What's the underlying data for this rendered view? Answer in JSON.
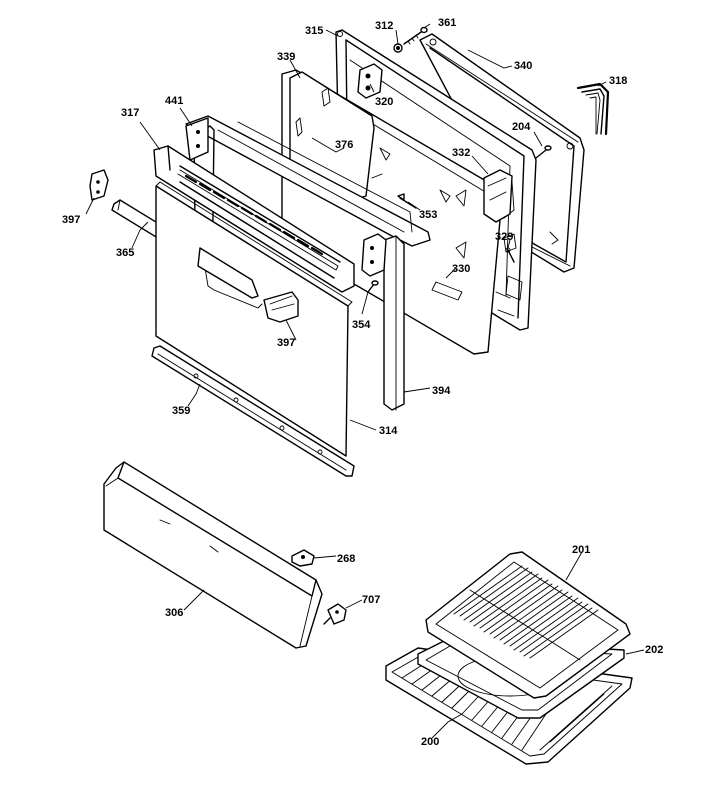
{
  "diagram": {
    "labels": {
      "p312": "312",
      "p361": "361",
      "p315": "315",
      "p339": "339",
      "p340": "340",
      "p318": "318",
      "p320": "320",
      "p317": "317",
      "p441": "441",
      "p204": "204",
      "p376": "376",
      "p332": "332",
      "p397a": "397",
      "p353": "353",
      "p365": "365",
      "p329": "329",
      "p330": "330",
      "p354": "354",
      "p397b": "397",
      "p394": "394",
      "p359": "359",
      "p314": "314",
      "p268": "268",
      "p306": "306",
      "p707": "707",
      "p201": "201",
      "p202": "202",
      "p200": "200"
    }
  }
}
